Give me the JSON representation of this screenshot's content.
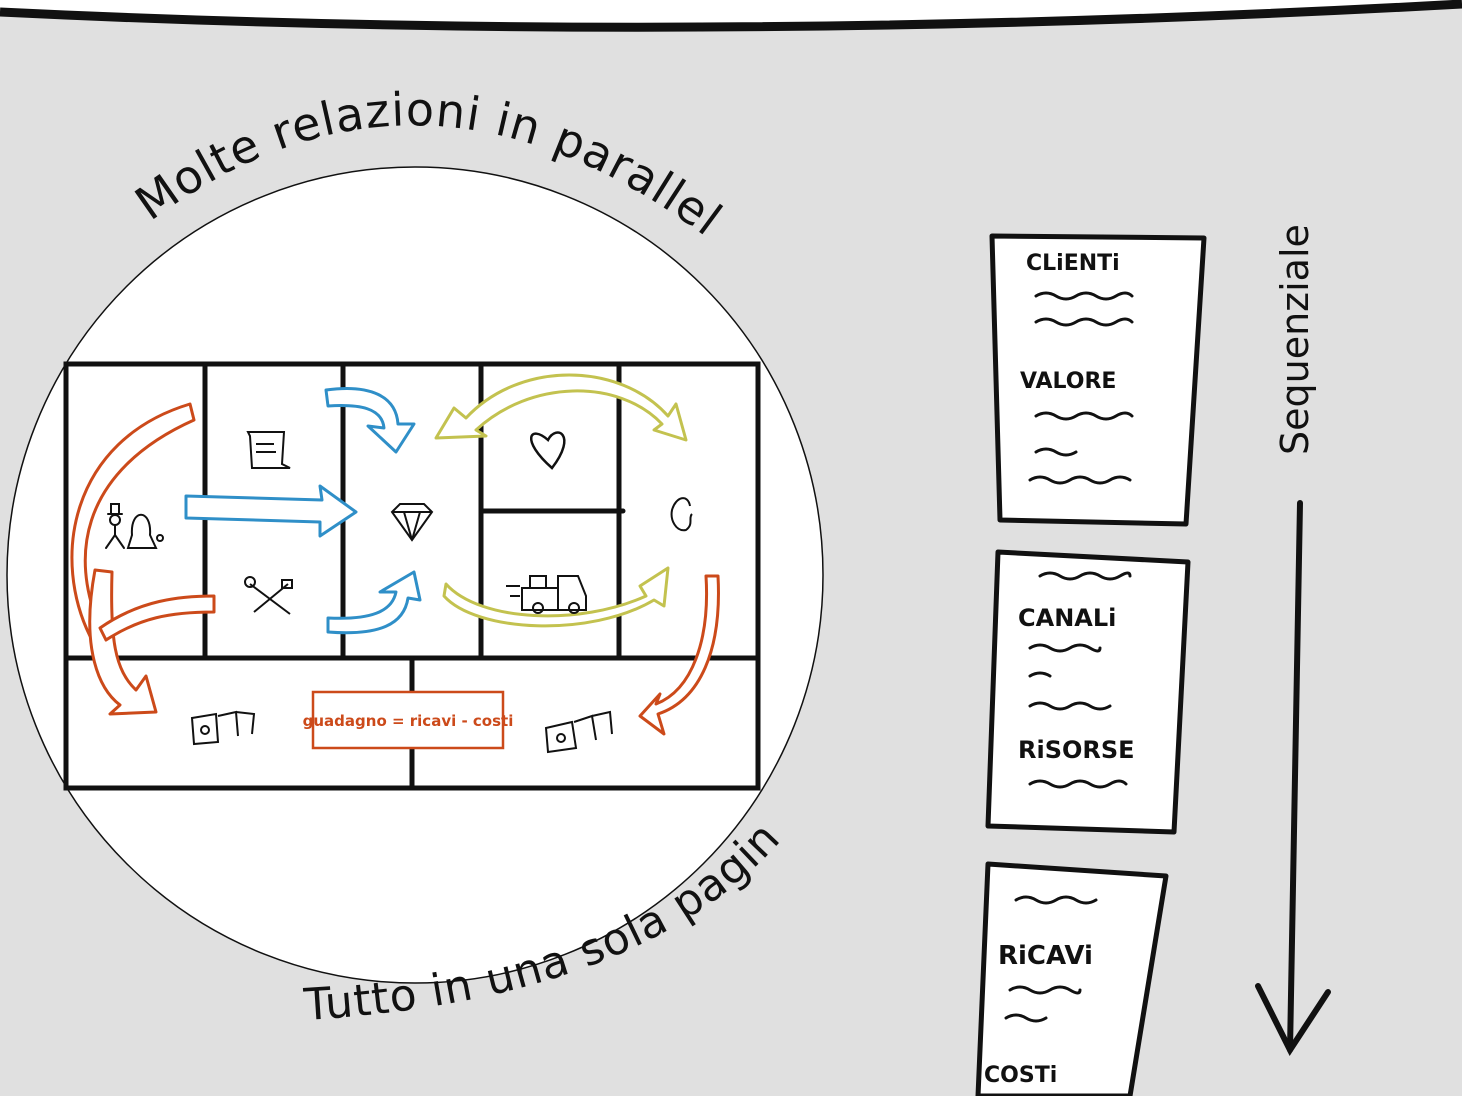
{
  "curved_top_text": "Molte relazioni in parallelo",
  "curved_bottom_text": "Tutto in una sola pagina",
  "sequential_label": "Sequenziale",
  "profit_formula": "guadagno = ricavi - costi",
  "sheets": [
    {
      "headings": [
        "CLiENTi",
        "VALORE"
      ]
    },
    {
      "headings": [
        "CANALi",
        "RiSORSE"
      ]
    },
    {
      "headings": [
        "RiCAVi",
        "COSTi"
      ]
    }
  ],
  "icons": {
    "partners": "partners-icon",
    "activities": "document-icon",
    "resources": "tools-icon",
    "value": "diamond-icon",
    "relationships": "heart-icon",
    "channels": "truck-icon",
    "customers": "face-icon",
    "costs": "money-icon",
    "revenue": "money-icon"
  },
  "colors": {
    "background": "#e0e0e0",
    "orange_arrow": "#cc4a1a",
    "blue_arrow": "#2f8fc8",
    "yellow_arrow": "#c3c24f",
    "formula_border": "#cc4a1a"
  }
}
